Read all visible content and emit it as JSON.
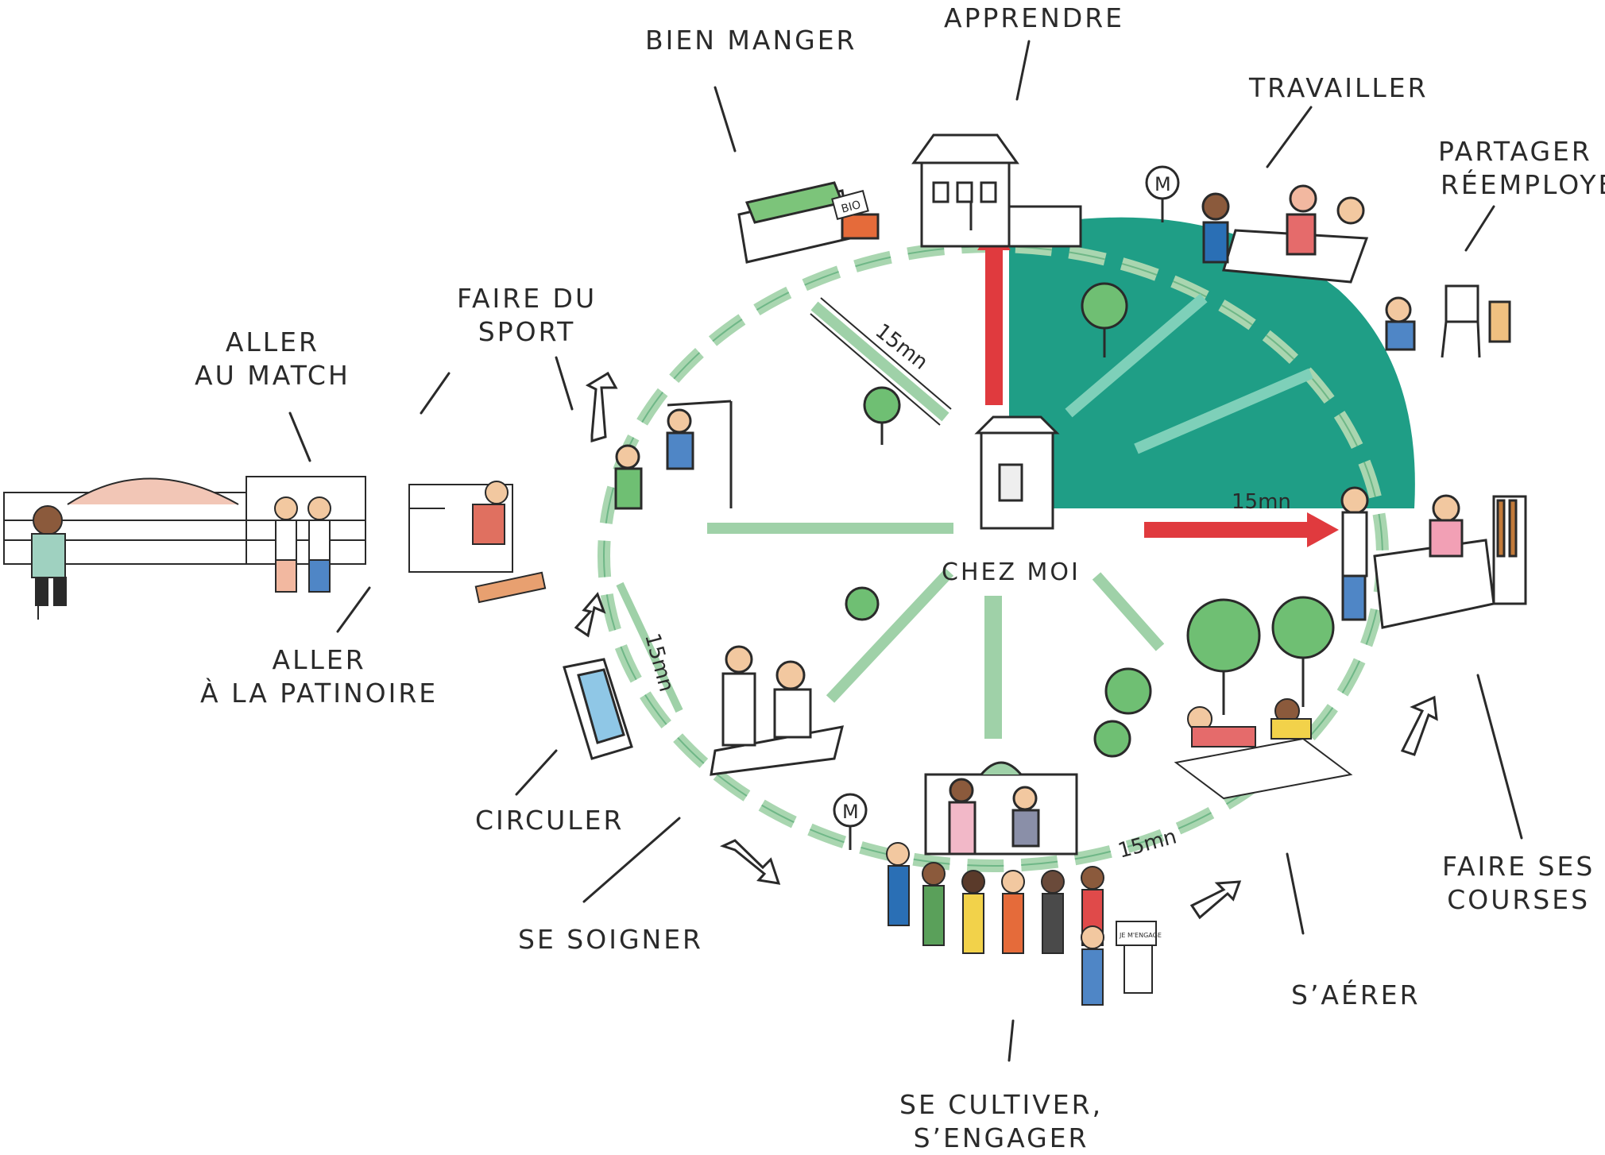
{
  "colors": {
    "zone": "#1f9e86",
    "path": "#a9d6b0",
    "arrow_red": "#e03a3e",
    "ink": "#2a2a2a"
  },
  "center": {
    "label": "CHEZ MOI"
  },
  "labels": {
    "apprendre": [
      "APPRENDRE"
    ],
    "bien_manger": [
      "BIEN MANGER"
    ],
    "travailler": [
      "TRAVAILLER"
    ],
    "partager": [
      "PARTAGER ET",
      "RÉEMPLOYER"
    ],
    "faire_du_sport": [
      "FAIRE DU",
      "SPORT"
    ],
    "aller_au_match": [
      "ALLER",
      "AU MATCH"
    ],
    "aller_patinoire": [
      "ALLER",
      "À LA PATINOIRE"
    ],
    "circuler": [
      "CIRCULER"
    ],
    "se_soigner": [
      "SE SOIGNER"
    ],
    "se_cultiver": [
      "SE CULTIVER,",
      "S’ENGAGER"
    ],
    "s_aerer": [
      "S’AÉRER"
    ],
    "faire_ses_courses": [
      "FAIRE SES",
      "COURSES"
    ]
  },
  "durations": {
    "top_left": "15mn",
    "right": "15mn",
    "left": "15mn",
    "bottom": "15mn"
  },
  "signs": {
    "bio": "BIO",
    "metro": "M",
    "engage": "JE M'ENGAGE"
  }
}
